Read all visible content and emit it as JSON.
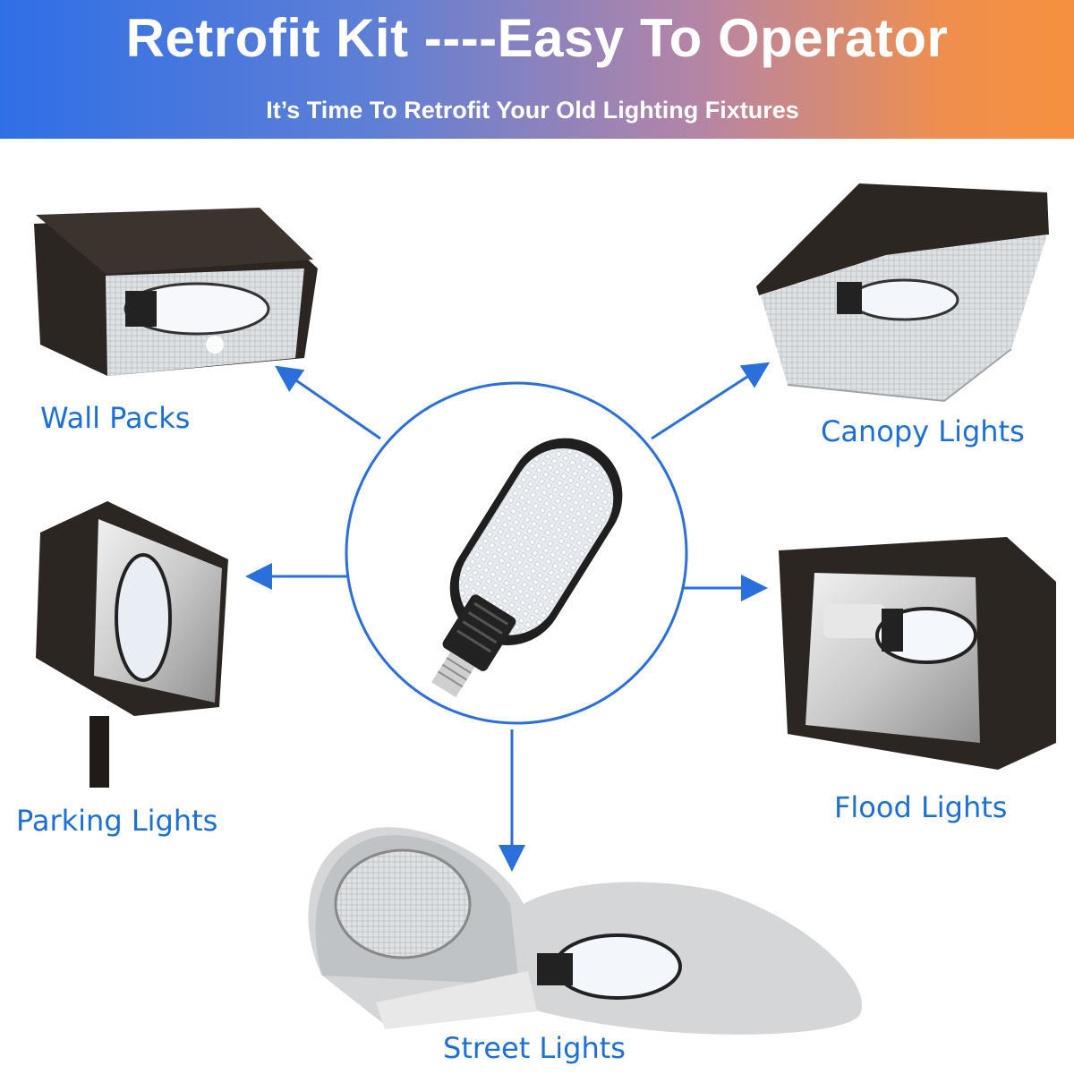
{
  "header": {
    "title": "Retrofit Kit ----Easy To Operator",
    "subtitle": "It’s Time To Retrofit Your Old Lighting Fixtures"
  },
  "fixtures": [
    {
      "label": "Wall Packs",
      "icon": "wall-pack-icon"
    },
    {
      "label": "Canopy Lights",
      "icon": "canopy-light-icon"
    },
    {
      "label": "Parking Lights",
      "icon": "parking-light-icon"
    },
    {
      "label": "Flood Lights",
      "icon": "flood-light-icon"
    },
    {
      "label": "Street Lights",
      "icon": "street-light-icon"
    }
  ],
  "center": {
    "icon": "led-retrofit-bulb-icon"
  },
  "colors": {
    "accent": "#1d6fd8",
    "circle": "#2a6fdc",
    "banner_start": "#2f6fe6",
    "banner_end": "#f6903f",
    "fixture_body": "#2b2622"
  }
}
